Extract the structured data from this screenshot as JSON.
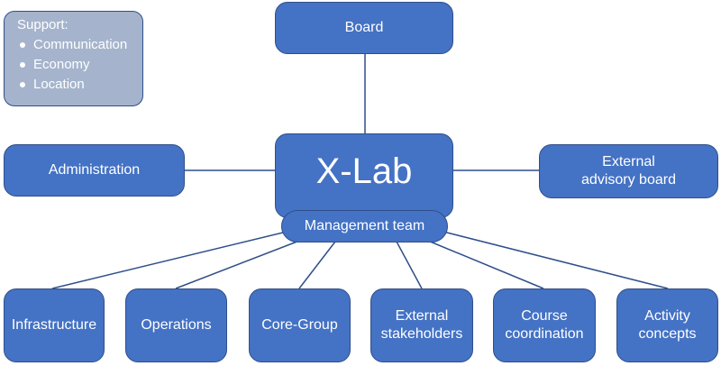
{
  "support": {
    "title": "Support:",
    "items": [
      "Communication",
      "Economy",
      "Location"
    ]
  },
  "nodes": {
    "board": "Board",
    "center": "X-Lab",
    "administration": "Administration",
    "external_advisory": "External\nadvisory board",
    "management_team": "Management team"
  },
  "bottom_nodes": [
    "Infrastructure",
    "Operations",
    "Core-Group",
    "External\nstakeholders",
    "Course\ncoordination",
    "Activity\nconcepts"
  ],
  "colors": {
    "box_fill": "#4472c4",
    "box_border": "#2f4f8a",
    "support_fill": "#a5b4cc",
    "line": "#2f4f8a"
  }
}
